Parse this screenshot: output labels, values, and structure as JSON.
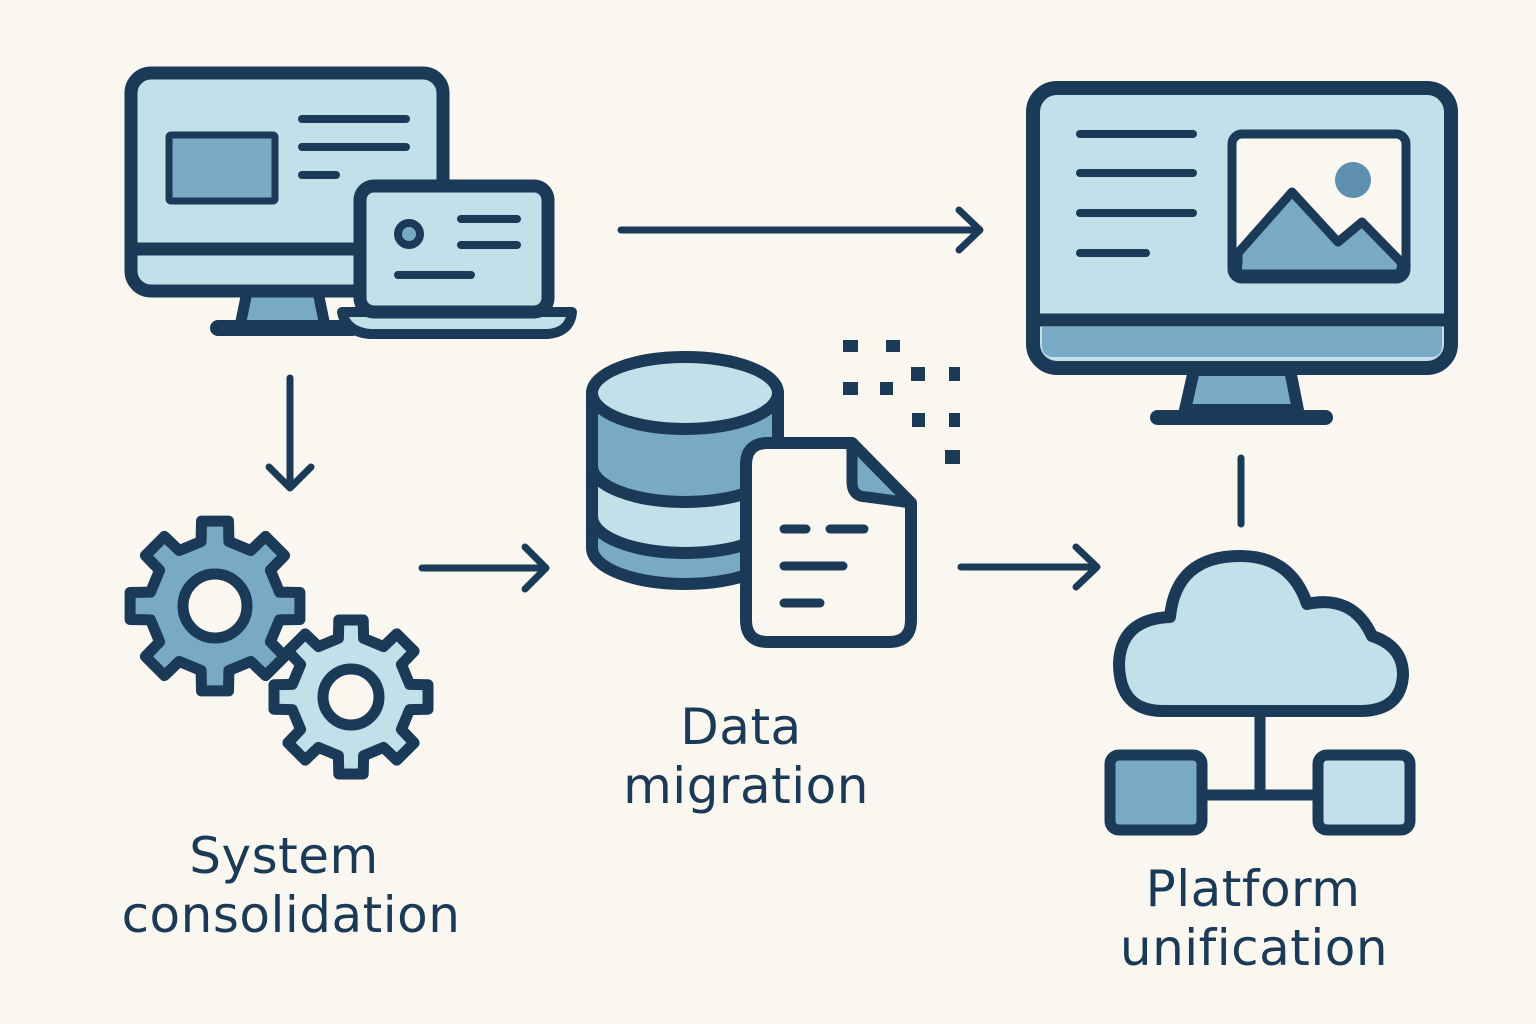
{
  "diagram": {
    "type": "process-flow",
    "theme": {
      "background": "#faf7f0",
      "outline": "#1b3a57",
      "fill_light": "#c2e0ea",
      "fill_medium": "#78aac6",
      "fill_paper": "#faf7f0",
      "sun": "#5f8fae"
    },
    "stages": [
      {
        "id": "system-consolidation",
        "label_lines": [
          "System",
          "consolidation"
        ],
        "icons": [
          "desktop-monitor-icon",
          "laptop-icon",
          "gears-icon"
        ]
      },
      {
        "id": "data-migration",
        "label_lines": [
          "Data",
          "migration"
        ],
        "icons": [
          "database-icon",
          "document-icon",
          "data-bits-icon"
        ]
      },
      {
        "id": "platform-unification",
        "label_lines": [
          "Platform",
          "unification"
        ],
        "icons": [
          "unified-monitor-icon",
          "cloud-network-icon"
        ]
      }
    ],
    "connections": [
      {
        "from": "devices",
        "to": "unified-monitor",
        "kind": "arrow",
        "direction": "right"
      },
      {
        "from": "devices",
        "to": "gears",
        "kind": "arrow",
        "direction": "down"
      },
      {
        "from": "gears",
        "to": "database",
        "kind": "arrow",
        "direction": "right"
      },
      {
        "from": "database",
        "to": "cloud-network",
        "kind": "arrow",
        "direction": "right"
      },
      {
        "from": "unified-monitor",
        "to": "cloud-network",
        "kind": "line",
        "direction": "vertical"
      }
    ]
  }
}
